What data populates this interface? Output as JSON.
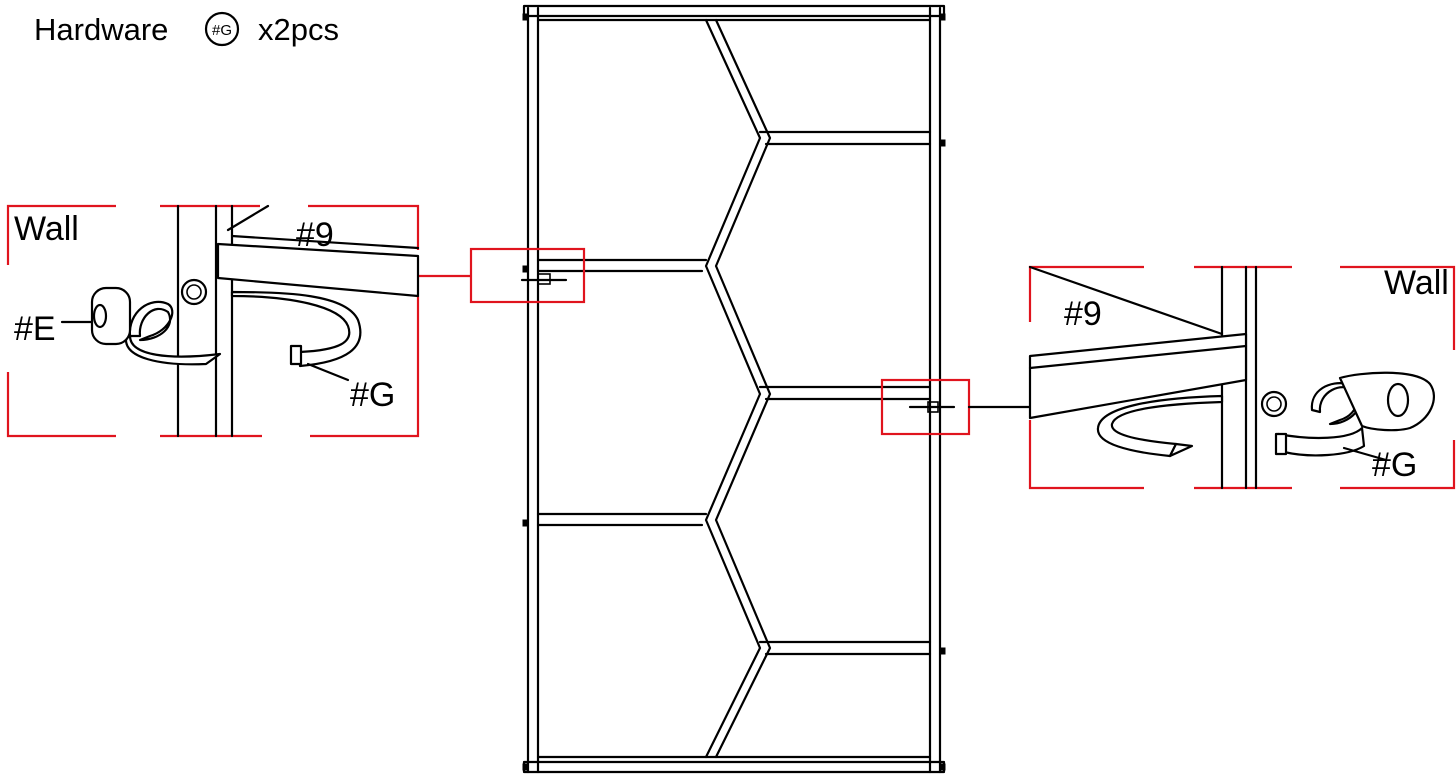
{
  "header": {
    "prefix": "Hardware",
    "badge": "#G",
    "suffix": "x2pcs"
  },
  "left_detail": {
    "wall_label": "Wall",
    "part_label": "#9",
    "bracket_label": "#E",
    "strap_label": "#G"
  },
  "right_detail": {
    "wall_label": "Wall",
    "part_label": "#9",
    "strap_label": "#G"
  },
  "colors": {
    "callout": "#e0141e",
    "line": "#000000",
    "background": "#ffffff"
  }
}
